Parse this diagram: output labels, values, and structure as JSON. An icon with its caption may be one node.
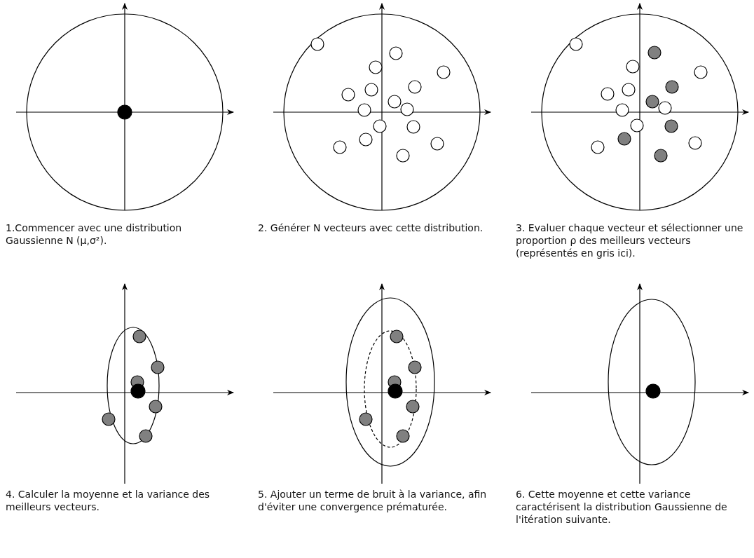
{
  "diagram": {
    "labels": [
      "1.Commencer avec une distribution Gaussienne N (μ,σ²).",
      "2. Générer N vecteurs avec cette distribution.",
      "3. Evaluer chaque vecteur et sélectionner une proportion ρ des meilleurs vecteurs (représentés en gris ici).",
      "4. Calculer la moyenne et la variance des meilleurs vecteurs.",
      "5. Ajouter un terme de bruit à la variance, afin d'éviter une convergence prématurée.",
      "6. Cette moyenne et cette variance caractérisent la distribution Gaussienne de l'itération suivante."
    ]
  }
}
